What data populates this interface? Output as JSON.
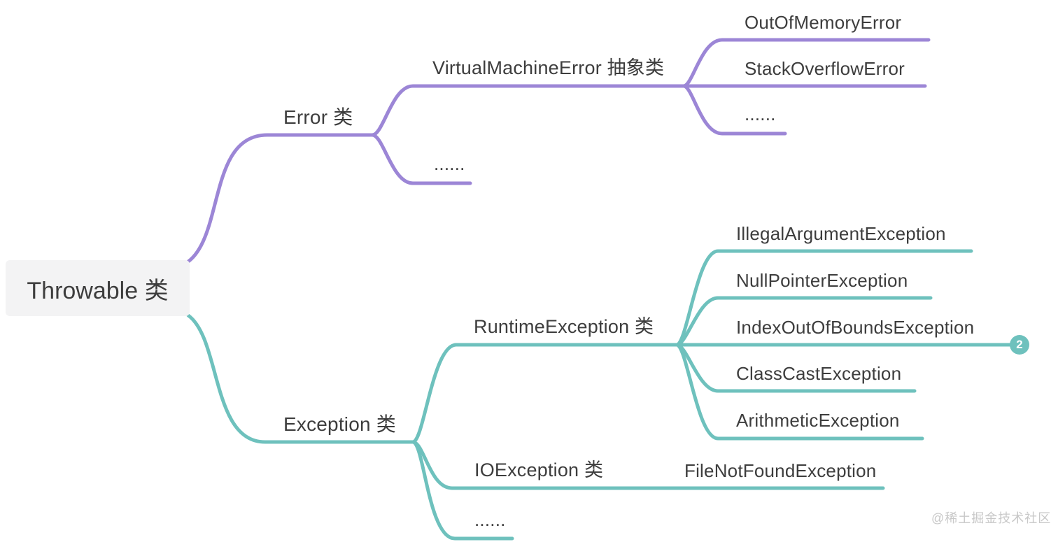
{
  "diagram_title": "Throwable 类 hierarchy mind map",
  "colors": {
    "purple": "#9c86d6",
    "teal": "#6ec1bd",
    "text": "#3d3d3d",
    "root_bg": "#f3f3f4",
    "badge_bg": "#6ec1bd",
    "badge_text": "#ffffff",
    "watermark": "#c8c8c8"
  },
  "root": {
    "label": "Throwable 类"
  },
  "nodes": {
    "error": {
      "label": "Error 类"
    },
    "vme": {
      "label": "VirtualMachineError 抽象类"
    },
    "oom": {
      "label": "OutOfMemoryError"
    },
    "soe": {
      "label": "StackOverflowError"
    },
    "vme_more": {
      "label": "......"
    },
    "error_more": {
      "label": "......"
    },
    "exception": {
      "label": "Exception 类"
    },
    "rte": {
      "label": "RuntimeException 类"
    },
    "iae": {
      "label": "IllegalArgumentException"
    },
    "npe": {
      "label": "NullPointerException"
    },
    "ioobe": {
      "label": "IndexOutOfBoundsException"
    },
    "cce": {
      "label": "ClassCastException"
    },
    "ae": {
      "label": "ArithmeticException"
    },
    "ioe": {
      "label": "IOException 类"
    },
    "fnfe": {
      "label": "FileNotFoundException"
    },
    "exception_more": {
      "label": "......"
    }
  },
  "badge": {
    "count": "2"
  },
  "watermark": {
    "label": "@稀土掘金技术社区"
  }
}
